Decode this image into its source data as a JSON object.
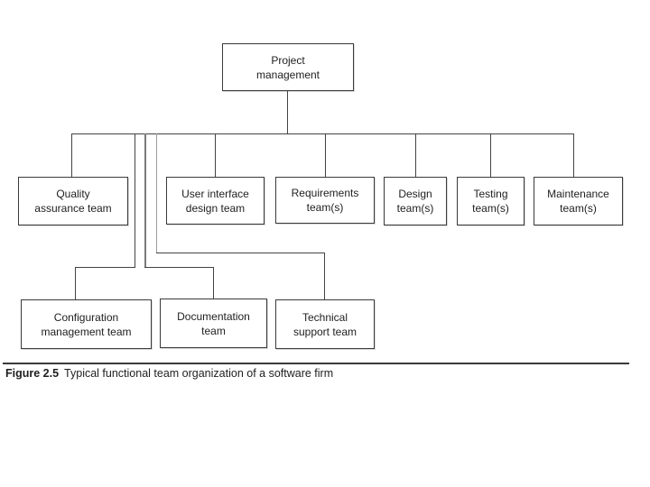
{
  "colors": {
    "background": "#ffffff",
    "box_border": "#3a3a3a",
    "line": "#434343",
    "line_medium_gray": "#7a7a7a",
    "line_light_gray": "#9e9e9e",
    "text": "#1e1e1e"
  },
  "diagram": {
    "root": {
      "label": "Project\nmanagement"
    },
    "level2": [
      {
        "label": "Quality\nassurance team"
      },
      {
        "label": "User interface\ndesign team"
      },
      {
        "label": "Requirements\nteam(s)"
      },
      {
        "label": "Design\nteam(s)"
      },
      {
        "label": "Testing\nteam(s)"
      },
      {
        "label": "Maintenance\nteam(s)"
      }
    ],
    "level3": [
      {
        "label": "Configuration\nmanagement team"
      },
      {
        "label": "Documentation\nteam"
      },
      {
        "label": "Technical\nsupport team"
      }
    ]
  },
  "caption": {
    "figure_label": "Figure 2.5",
    "text": "Typical functional team organization of a software firm"
  }
}
